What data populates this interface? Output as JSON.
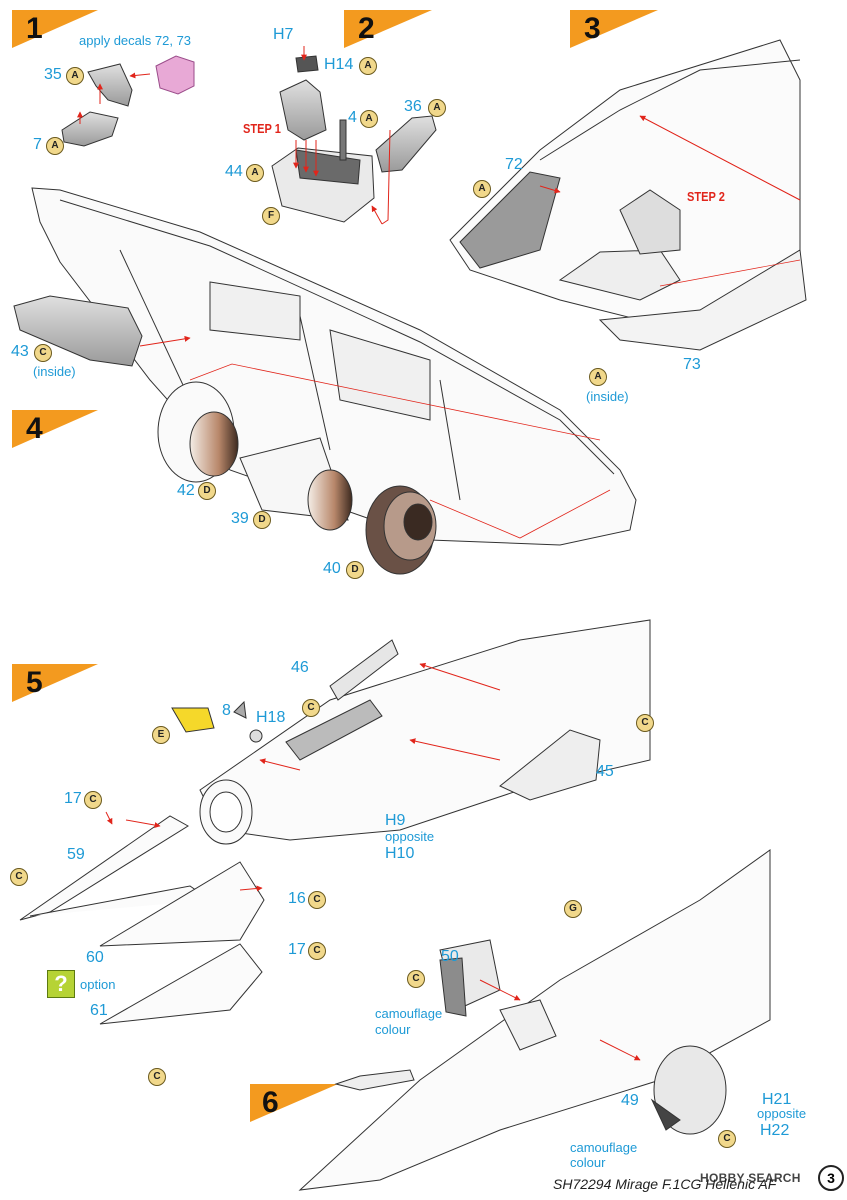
{
  "steps": {
    "s1": "1",
    "s2": "2",
    "s3": "3",
    "s4": "4",
    "s5": "5",
    "s6": "6"
  },
  "sub_steps": {
    "step1": "STEP 1",
    "step2": "STEP 2"
  },
  "notes": {
    "apply_decals": "apply decals 72, 73",
    "inside_43": "(inside)",
    "inside_73": "(inside)",
    "opposite_h10": "opposite",
    "opposite_h22": "opposite",
    "camo_50": "camouflage",
    "colour_50": "colour",
    "camo_49": "camouflage",
    "colour_49": "colour",
    "option": "option"
  },
  "parts": {
    "p35": "35",
    "p7": "7",
    "h7": "H7",
    "h14": "H14",
    "p4": "4",
    "p36": "36",
    "p44": "44",
    "p72": "72",
    "p73": "73",
    "p43": "43",
    "p42": "42",
    "p39": "39",
    "p40": "40",
    "p46": "46",
    "p8": "8",
    "h18": "H18",
    "p45": "45",
    "p17a": "17",
    "h9": "H9",
    "h10": "H10",
    "p59": "59",
    "p16": "16",
    "p17b": "17",
    "p60": "60",
    "p61": "61",
    "p50": "50",
    "h21": "H21",
    "h22": "H22",
    "p49": "49"
  },
  "colour_codes": {
    "a35": "A",
    "a7": "A",
    "a14": "A",
    "a4": "A",
    "a36": "A",
    "a44": "A",
    "f44": "F",
    "a72": "A",
    "a73": "A",
    "c43": "C",
    "d42": "D",
    "d39": "D",
    "d40": "D",
    "c46": "C",
    "c_right": "C",
    "e_decal": "E",
    "c17a": "C",
    "c_nose": "C",
    "c16": "C",
    "c17b": "C",
    "c61": "C",
    "g6": "G",
    "c50": "C",
    "c49": "C"
  },
  "option_icon": "?",
  "footer": "SH72294 Mirage F.1CG Hellenic AF",
  "watermark": "HOBBY SEARCH",
  "page_number": "3",
  "colors": {
    "part_label": "#1e9ad6",
    "step_red": "#e1251b",
    "banner": "#f39a1f",
    "badge": "#f1d88b"
  }
}
